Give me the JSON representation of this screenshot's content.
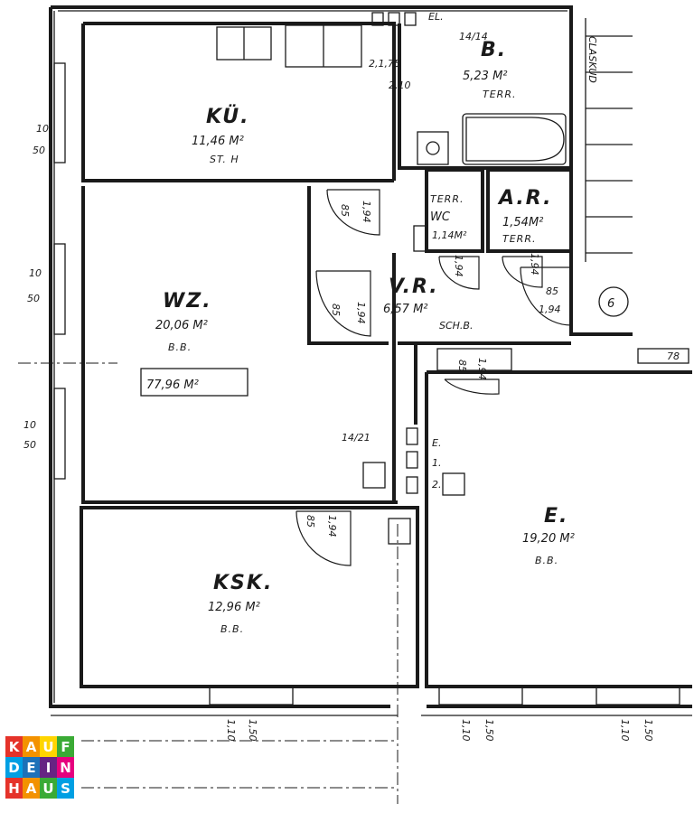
{
  "rooms": {
    "kitchen": {
      "name": "KÜ.",
      "area": "11,46 M²",
      "floor": "ST. H"
    },
    "bath": {
      "name": "B.",
      "area": "5,23 M²",
      "floor": "TERR."
    },
    "wc": {
      "terr": "TERR.",
      "name": "WC",
      "area": "1,14M²"
    },
    "storage": {
      "name": "A.R.",
      "area": "1,54M²",
      "floor": "TERR."
    },
    "living": {
      "name": "WZ.",
      "area": "20,06 M²",
      "floor": "B.B."
    },
    "hall": {
      "name": "V.R.",
      "area": "6,57 M²",
      "extra": "SCH.B."
    },
    "bedroom": {
      "name": "KSK.",
      "area": "12,96 M²",
      "floor": "B.B."
    },
    "room_e": {
      "name": "E.",
      "area": "19,20 M²",
      "floor": "B.B."
    }
  },
  "total_area": "77,96 M²",
  "dimensions": {
    "door_w": "85",
    "door_h": "1,94",
    "bath_a": "14/14",
    "bath_b": "2,1,75",
    "bath_c": "2,10",
    "hall_ref": "14/21",
    "wall_10": "10",
    "wall_50": "50",
    "win_110": "1,10",
    "win_150": "1,50",
    "corner": "78",
    "ground_mark": "6",
    "side_text": "CLASKUD",
    "e_label": "E.",
    "one_label": "1.",
    "two_label": "2.",
    "top_mark": "EL."
  },
  "logo": {
    "letters": [
      "K",
      "A",
      "U",
      "F",
      "D",
      "E",
      "I",
      "N",
      "H",
      "A",
      "U",
      "S"
    ],
    "colors": [
      "#e5332a",
      "#f39200",
      "#ffd500",
      "#3aaa35",
      "#009fe3",
      "#1d71b8",
      "#662483",
      "#e6007e",
      "#e5332a",
      "#f39200",
      "#3aaa35",
      "#009fe3"
    ]
  }
}
